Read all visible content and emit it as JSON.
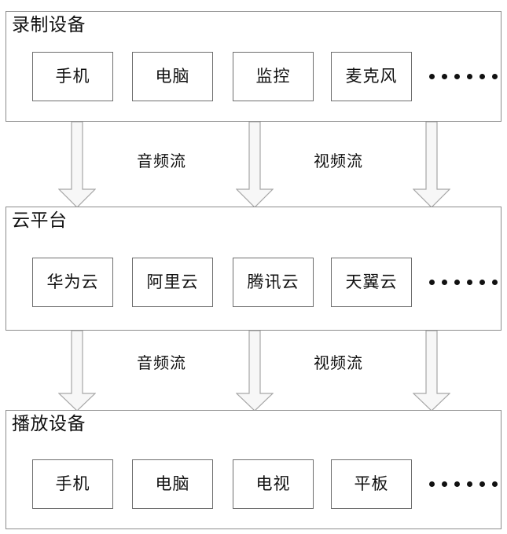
{
  "diagram": {
    "title_bar": null,
    "layers": [
      {
        "id": "record",
        "title": "录制设备",
        "items": [
          "手机",
          "电脑",
          "监控",
          "麦克风"
        ],
        "ellipsis": "······"
      },
      {
        "id": "cloud",
        "title": "云平台",
        "items": [
          "华为云",
          "阿里云",
          "腾讯云",
          "天翼云"
        ],
        "ellipsis": "······"
      },
      {
        "id": "playback",
        "title": "播放设备",
        "items": [
          "手机",
          "电脑",
          "电视",
          "平板"
        ],
        "ellipsis": "······"
      }
    ],
    "flows": [
      {
        "id": "record-to-cloud",
        "from": "录制设备",
        "to": "云平台",
        "labels": [
          "音频流",
          "视频流"
        ],
        "arrow_count": 3,
        "direction": "down"
      },
      {
        "id": "cloud-to-playback",
        "from": "云平台",
        "to": "播放设备",
        "labels": [
          "音频流",
          "视频流"
        ],
        "arrow_count": 3,
        "direction": "down"
      }
    ],
    "colors": {
      "outer_border": "#8c8c8c",
      "inner_border": "#6e6e6e",
      "text": "#111111",
      "background": "#ffffff",
      "arrow_fill": "#f7f7f7",
      "arrow_stroke": "#a6a6a6"
    }
  }
}
